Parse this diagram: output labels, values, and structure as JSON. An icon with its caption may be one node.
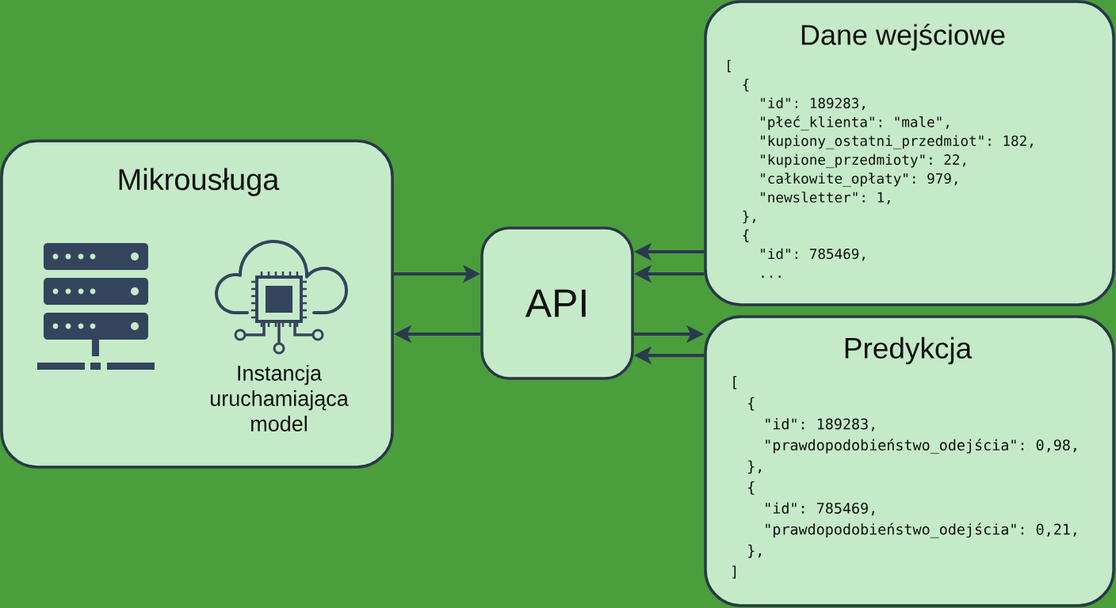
{
  "diagram": {
    "nodes": [
      {
        "text": [
          "Mikrousługa",
          "Instancja uruchamiająca model"
        ]
      },
      {
        "text": [
          "API"
        ]
      },
      {
        "text": [
          "Dane wejściowe",
          "[",
          "{",
          "\"id\": 189283,",
          "\"płeć_klienta\": \"male\",",
          "\"kupiony_ostatni_przedmiot\": 182,",
          "\"kupione_przedmioty\": 22,",
          "\"całkowite_opłaty\": 979,",
          "\"newsletter\": 1,",
          "},",
          "{",
          "\"id\": 785469,",
          "..."
        ]
      },
      {
        "text": [
          "Predykcja",
          "[",
          "{",
          "\"id\": 189283,",
          "\"prawdopodobieństwo_odejścia\": 0,98,",
          "},",
          "{",
          "\"id\": 785469,",
          "\"prawdopodobieństwo_odejścia\": 0,21,",
          "},",
          "]"
        ]
      }
    ],
    "edges": [
      {
        "from": 0,
        "to": 1,
        "arrow": "to"
      },
      {
        "from": 1,
        "to": 0,
        "arrow": "to"
      },
      {
        "from": 2,
        "to": 1,
        "arrow": "to"
      },
      {
        "from": 2,
        "to": 1,
        "arrow": "to"
      },
      {
        "from": 1,
        "to": 3,
        "arrow": "to"
      },
      {
        "from": 3,
        "to": 1,
        "arrow": "to"
      }
    ]
  }
}
